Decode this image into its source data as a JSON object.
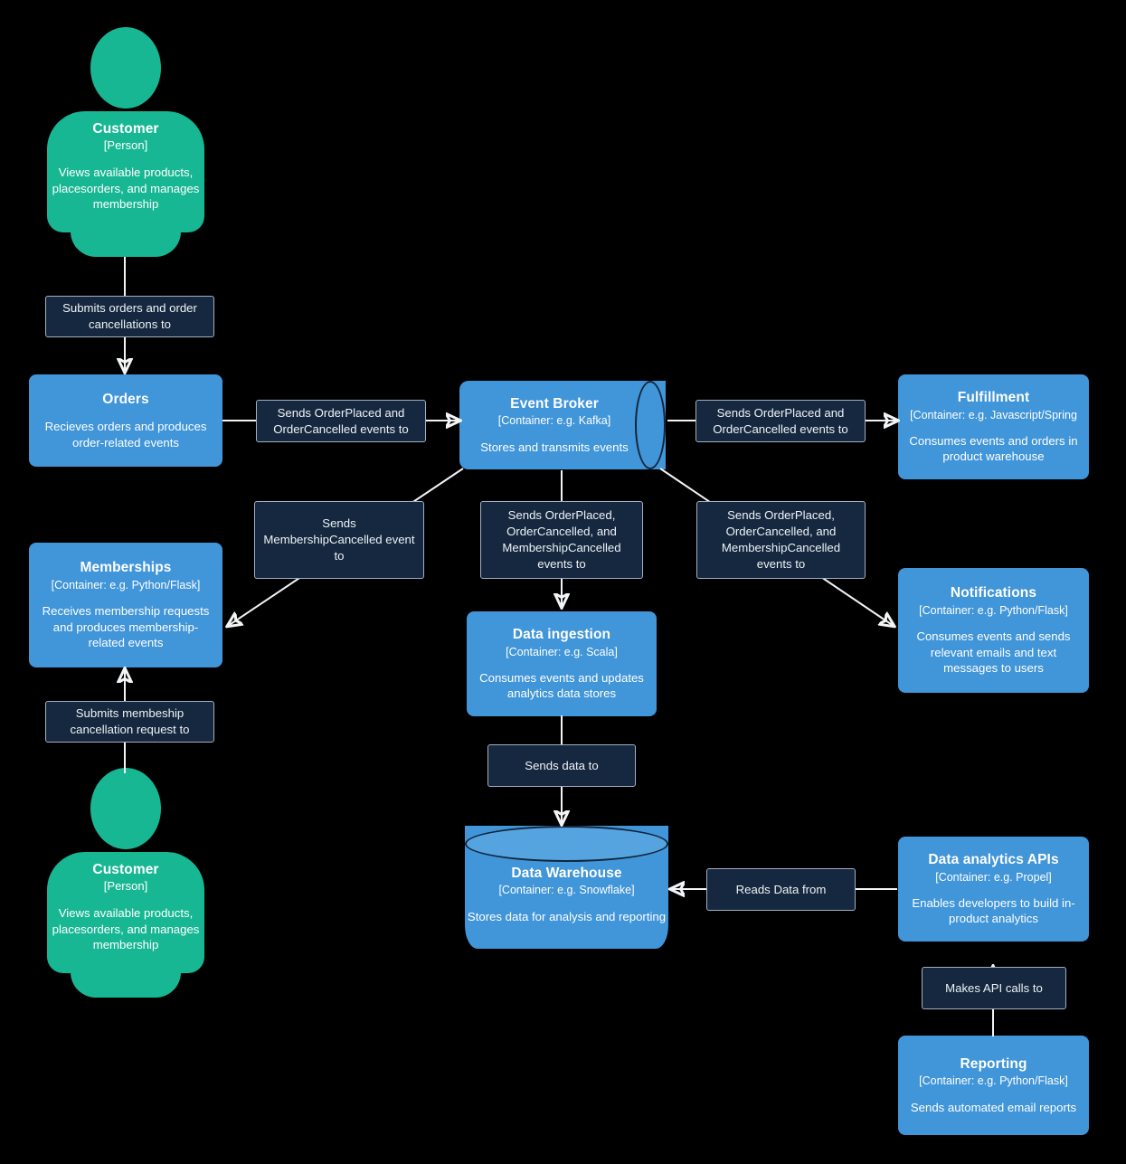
{
  "diagram": {
    "type": "c4-container-diagram",
    "background": "#000000",
    "colors": {
      "person": "#18b794",
      "container": "#4195d9",
      "relationship_label_bg": "#16283f",
      "relationship_label_border": "#9fb0c2",
      "line": "#f2f4f6",
      "text": "#ffffff"
    }
  },
  "nodes": {
    "customer_top": {
      "title": "Customer",
      "tech": "[Person]",
      "desc": "Views available products, placesorders, and manages membership",
      "shape": "person"
    },
    "orders": {
      "title": "Orders",
      "tech": "",
      "desc": "Recieves orders and produces order-related events",
      "shape": "box"
    },
    "event_broker": {
      "title": "Event Broker",
      "tech": "[Container: e.g. Kafka]",
      "desc": "Stores and transmits events",
      "shape": "cylinder-horizontal"
    },
    "fulfillment": {
      "title": "Fulfillment",
      "tech": "[Container: e.g. Javascript/Spring",
      "desc": "Consumes events and orders in product warehouse",
      "shape": "box"
    },
    "memberships": {
      "title": "Memberships",
      "tech": "[Container: e.g. Python/Flask]",
      "desc": "Receives membership requests and produces membership-related events",
      "shape": "box"
    },
    "notifications": {
      "title": "Notifications",
      "tech": "[Container: e.g. Python/Flask]",
      "desc": "Consumes events and sends relevant emails and text messages to users",
      "shape": "box"
    },
    "data_ingestion": {
      "title": "Data ingestion",
      "tech": "[Container: e.g. Scala]",
      "desc": "Consumes events and updates analytics data stores",
      "shape": "box"
    },
    "data_warehouse": {
      "title": "Data Warehouse",
      "tech": "[Container: e.g. Snowflake]",
      "desc": "Stores data for analysis and reporting",
      "shape": "cylinder-vertical"
    },
    "data_analytics_apis": {
      "title": "Data analytics APIs",
      "tech": "[Container: e.g. Propel]",
      "desc": "Enables developers to build in-product analytics",
      "shape": "box"
    },
    "reporting": {
      "title": "Reporting",
      "tech": "[Container: e.g. Python/Flask]",
      "desc": "Sends automated email reports",
      "shape": "box"
    },
    "customer_bottom": {
      "title": "Customer",
      "tech": "[Person]",
      "desc": "Views available products, placesorders, and manages membership",
      "shape": "person"
    }
  },
  "relationships": {
    "customer_to_orders": "Submits orders and order cancellations to",
    "orders_to_broker": "Sends OrderPlaced and OrderCancelled events to",
    "broker_to_fulfillment": "Sends OrderPlaced and OrderCancelled events to",
    "broker_to_memberships": "Sends MembershipCancelled event to",
    "broker_to_ingestion": "Sends OrderPlaced, OrderCancelled, and MembershipCancelled events to",
    "broker_to_notifications": "Sends OrderPlaced, OrderCancelled, and MembershipCancelled events to",
    "customer_to_memberships": "Submits membeship cancellation request to",
    "ingestion_to_warehouse": "Sends data to",
    "apis_to_warehouse": "Reads Data from",
    "reporting_to_apis": "Makes API calls to"
  }
}
